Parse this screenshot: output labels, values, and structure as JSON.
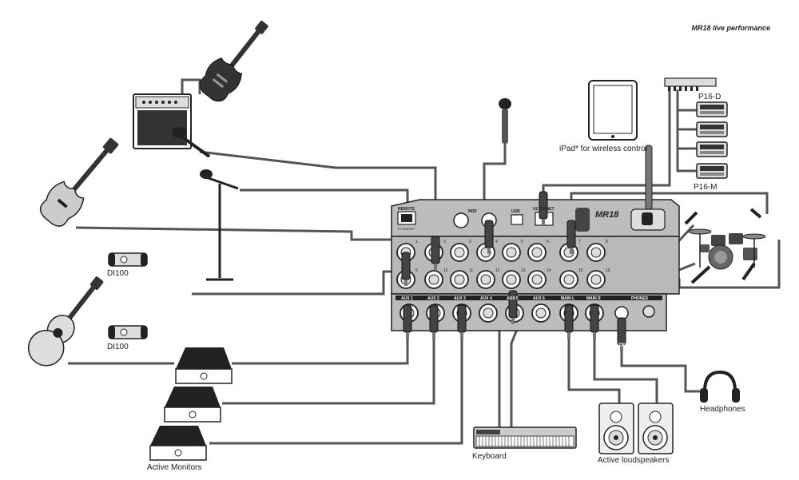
{
  "header": {
    "title": "MR18 live performance"
  },
  "labels": {
    "ipad": "iPad* for wireless control",
    "p16d": "P16-D",
    "p16m": "P16-M",
    "di100_a": "DI100",
    "di100_b": "DI100",
    "active_monitors": "Active Monitors",
    "keyboard": "Keyboard",
    "active_loudspeakers": "Active loudspeakers",
    "headphones": "Headphones"
  },
  "mixer": {
    "brand": "MR18",
    "remote": "REMOTE",
    "ethernet": "ETHERNET",
    "midi": "MIDI",
    "usb": "USB",
    "ultranet": "ULTRANET",
    "aux_outputs": [
      "AUX 1",
      "AUX 2",
      "AUX 3",
      "AUX 4",
      "AUX 5",
      "AUX 6"
    ],
    "main_outputs": [
      "MAIN L",
      "MAIN R"
    ],
    "phones": "PHONES",
    "trs": "TRS",
    "top_row_channels": [
      "1",
      "2",
      "3",
      "4",
      "5",
      "6",
      "7",
      "8"
    ],
    "bottom_row_channels": [
      "9",
      "10",
      "11",
      "12",
      "13",
      "14",
      "15",
      "16"
    ]
  },
  "colors": {
    "ink": "#222222",
    "panel": "#b9b9b9",
    "cable": "#555555"
  }
}
